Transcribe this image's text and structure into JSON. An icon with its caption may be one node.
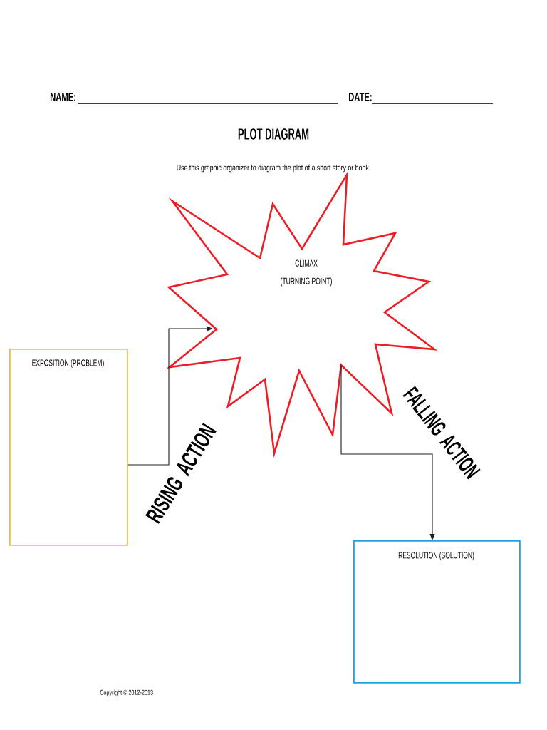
{
  "diagram": {
    "title": "PLOT DIAGRAM",
    "nodes": [
      {
        "text": [
          "EXPOSITION (PROBLEM)"
        ]
      },
      {
        "text": [
          "CLIMAX",
          "(TURNING POINT)"
        ]
      },
      {
        "text": [
          "RESOLUTION (SOLUTION)"
        ]
      }
    ],
    "edges": [
      {
        "from": 0,
        "to": 1,
        "arrow": "to",
        "label": "RISING ACTION"
      },
      {
        "from": 1,
        "to": 2,
        "arrow": "to",
        "label": "FALLING ACTION"
      }
    ],
    "labels": [
      "NAME:",
      "DATE:",
      "Use this graphic organizer to diagram the plot of a short story or book.",
      "Copyright © 2012-2013"
    ]
  }
}
